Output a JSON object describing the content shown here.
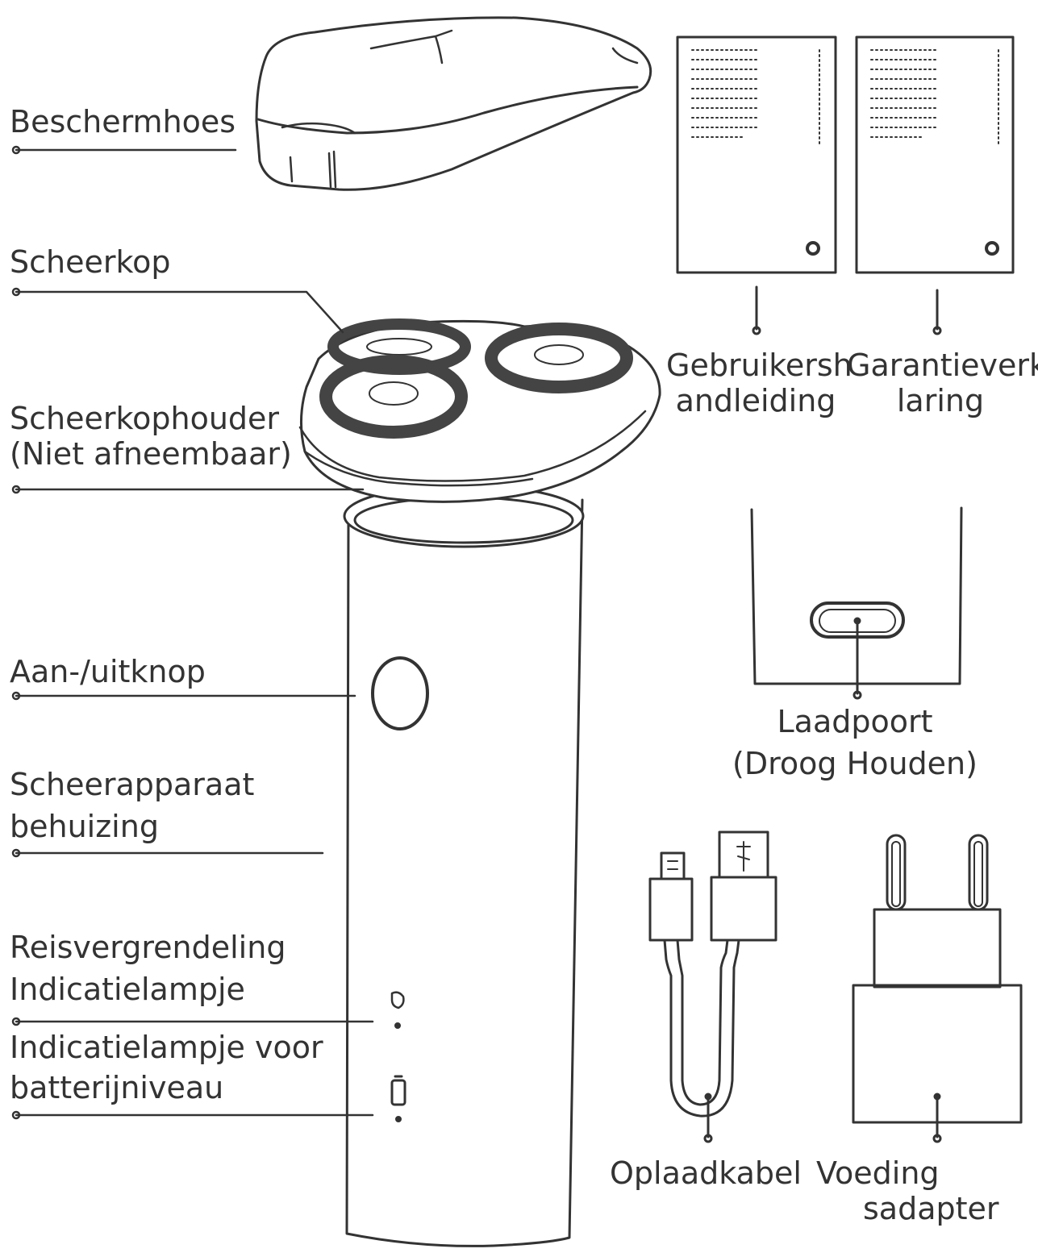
{
  "labels": {
    "beschermhoes": "Beschermhoes",
    "scheerkop": "Scheerkop",
    "scheerkophouder": [
      "Scheerkophouder",
      "(Niet afneembaar)"
    ],
    "aan_uitknop": "Aan-/uitknop",
    "behuizing": [
      "Scheerapparaat",
      "behuizing"
    ],
    "reisvergrendeling": [
      "Reisvergrendeling",
      "Indicatielampje"
    ],
    "batterij": [
      "Indicatielampje voor",
      "batterijniveau"
    ],
    "handleiding": [
      "Gebruikersh",
      "andleiding"
    ],
    "garantie": [
      "Garantieverk",
      "laring"
    ],
    "laadpoort": [
      "Laadpoort",
      "(Droog Houden)"
    ],
    "oplaadkabel": "Oplaadkabel",
    "voeding": [
      "Voeding",
      "sadapter"
    ]
  }
}
